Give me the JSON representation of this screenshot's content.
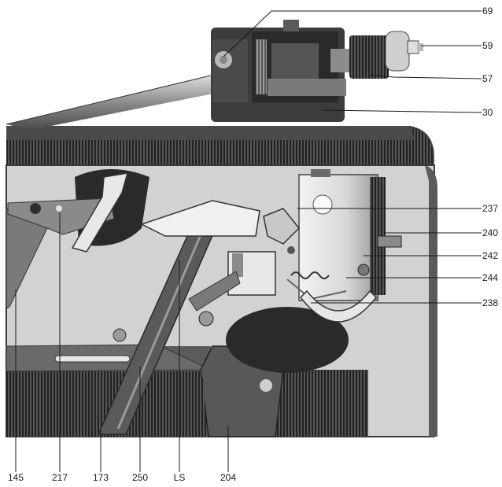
{
  "callouts_right": [
    {
      "label": "69"
    },
    {
      "label": "59"
    },
    {
      "label": "57"
    },
    {
      "label": "30"
    },
    {
      "label": "237"
    },
    {
      "label": "240"
    },
    {
      "label": "242"
    },
    {
      "label": "244"
    },
    {
      "label": "238"
    }
  ],
  "callouts_bottom": [
    {
      "label": "145"
    },
    {
      "label": "217"
    },
    {
      "label": "173"
    },
    {
      "label": "250"
    },
    {
      "label": "LS"
    },
    {
      "label": "204"
    }
  ],
  "colors": {
    "background": "#ffffff",
    "plate": "#d2d2d2",
    "dark_metal": "#3a3a3a",
    "mid_metal": "#8a8a8a",
    "light_metal": "#e6e6e6",
    "label_text": "#1a1a1a"
  }
}
